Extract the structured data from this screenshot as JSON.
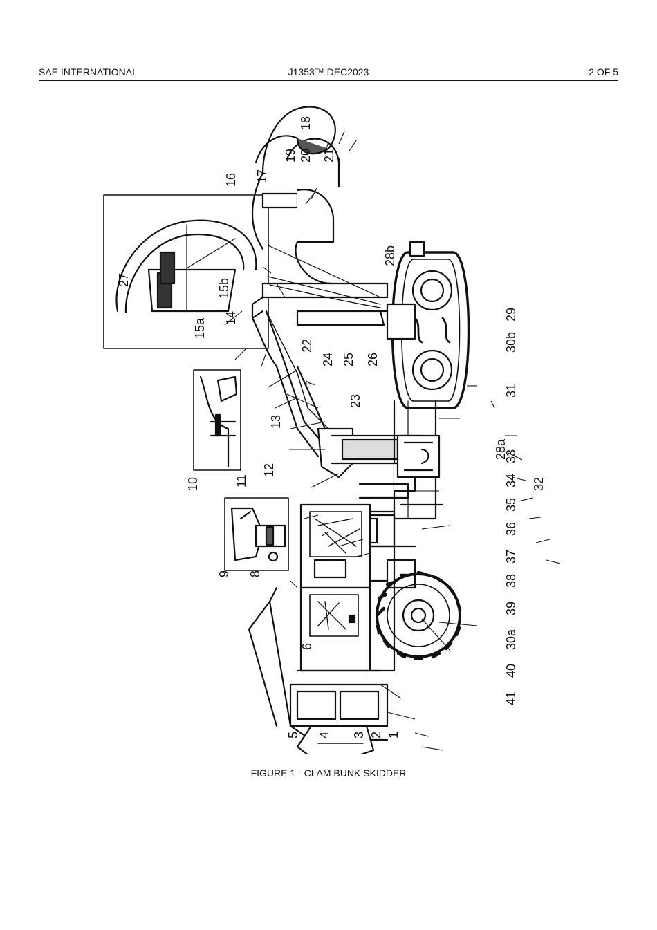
{
  "header": {
    "left": "SAE INTERNATIONAL",
    "center": "J1353™ DEC2023",
    "right": "2 OF 5"
  },
  "figure": {
    "caption": "FIGURE 1 - CLAM BUNK SKIDDER",
    "callouts": [
      "1",
      "2",
      "3",
      "4",
      "5",
      "6",
      "7",
      "8",
      "9",
      "10",
      "11",
      "12",
      "13",
      "14",
      "15a",
      "15b",
      "16",
      "17",
      "18",
      "19",
      "20",
      "21",
      "22",
      "23",
      "24",
      "25",
      "26",
      "27",
      "28a",
      "28b",
      "29",
      "30a",
      "30b",
      "31",
      "32",
      "33",
      "34",
      "35",
      "36",
      "37",
      "38",
      "39",
      "40",
      "41"
    ]
  },
  "colors": {
    "ink": "#111111",
    "paper": "#ffffff",
    "rule": "#111111"
  }
}
